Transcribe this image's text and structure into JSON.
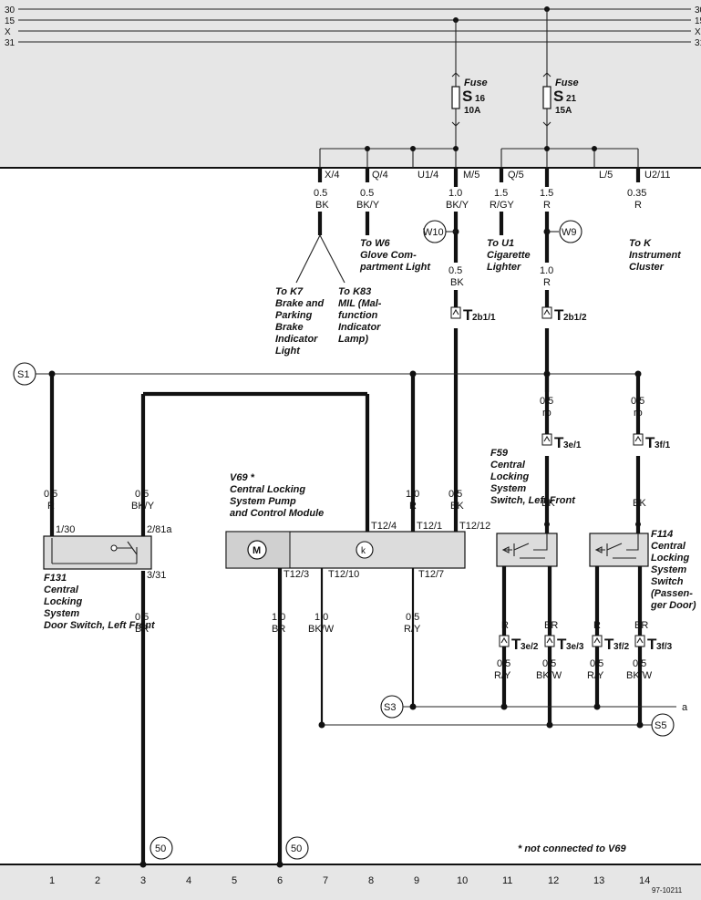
{
  "rails": [
    "30",
    "15",
    "X",
    "31"
  ],
  "fuses": [
    {
      "label": "Fuse",
      "letter": "S",
      "number": "16",
      "rating": "10A"
    },
    {
      "label": "Fuse",
      "letter": "S",
      "number": "21",
      "rating": "15A"
    }
  ],
  "panel_connectors": [
    "X/4",
    "Q/4",
    "U1/4",
    "M/5",
    "Q/5",
    "L/5",
    "U2/11"
  ],
  "splices": [
    "W10",
    "W9",
    "S1",
    "S3",
    "S5",
    "a"
  ],
  "grounds": [
    "50",
    "50"
  ],
  "wires": [
    {
      "gauge": "0.5",
      "color": "BK"
    },
    {
      "gauge": "0.5",
      "color": "BK/Y"
    },
    {
      "gauge": "1.0",
      "color": "BK/Y"
    },
    {
      "gauge": "1.5",
      "color": "R/GY"
    },
    {
      "gauge": "1.5",
      "color": "R"
    },
    {
      "gauge": "0.35",
      "color": "R"
    },
    {
      "gauge": "0.5",
      "color": "BK"
    },
    {
      "gauge": "1.0",
      "color": "R"
    },
    {
      "gauge": "0.5",
      "color": "R"
    },
    {
      "gauge": "0.5",
      "color": "BK/Y"
    },
    {
      "gauge": "0.5",
      "color": "BR"
    },
    {
      "gauge": "1.0",
      "color": "R"
    },
    {
      "gauge": "0.5",
      "color": "BK"
    },
    {
      "gauge": "1.0",
      "color": "BR"
    },
    {
      "gauge": "1.0",
      "color": "BK/W"
    },
    {
      "gauge": "0.5",
      "color": "R/Y"
    },
    {
      "gauge": "0.5",
      "color": "ro"
    },
    {
      "color": "BK"
    },
    {
      "gauge": "0.5",
      "color": "ro"
    },
    {
      "color": "BK"
    },
    {
      "color": "R"
    },
    {
      "color": "BR"
    },
    {
      "color": "R"
    },
    {
      "color": "BR"
    },
    {
      "gauge": "0.5",
      "color": "R/Y"
    },
    {
      "gauge": "0.5",
      "color": "BK/W"
    },
    {
      "gauge": "0.5",
      "color": "R/Y"
    },
    {
      "gauge": "0.5",
      "color": "BK/W"
    }
  ],
  "destinations": {
    "w6": [
      "To W6",
      "Glove Com-",
      "partment Light"
    ],
    "u1": [
      "To U1",
      "Cigarette",
      "Lighter"
    ],
    "k": [
      "To K",
      "Instrument",
      "Cluster"
    ],
    "k7": [
      "To K7",
      "Brake and",
      "Parking",
      "Brake",
      "Indicator",
      "Light"
    ],
    "k83": [
      "To K83",
      "MIL (Mal-",
      "function",
      "Indicator",
      "Lamp)"
    ]
  },
  "t2b1": [
    {
      "letter": "T",
      "sub": "2b1/1"
    },
    {
      "letter": "T",
      "sub": "2b1/2"
    }
  ],
  "t3e1": {
    "letter": "T",
    "sub": "3e/1"
  },
  "t3f1": {
    "letter": "T",
    "sub": "3f/1"
  },
  "lower_conn": [
    {
      "letter": "T",
      "sub": "3e/2"
    },
    {
      "letter": "T",
      "sub": "3e/3"
    },
    {
      "letter": "T",
      "sub": "3f/2"
    },
    {
      "letter": "T",
      "sub": "3f/3"
    }
  ],
  "pins": {
    "f131": [
      "1/30",
      "2/81a",
      "3/31"
    ],
    "v69": [
      "T12/4",
      "T12/1",
      "T12/12",
      "T12/3",
      "T12/10",
      "T12/7"
    ]
  },
  "components": {
    "f131": [
      "F131",
      "Central",
      "Locking",
      "System",
      "Door Switch, Left Front"
    ],
    "v69": [
      "V69 *",
      "Central Locking",
      "System Pump",
      "and Control Module"
    ],
    "v69_motor": "M",
    "v69_control": "k",
    "f59": [
      "F59",
      "Central",
      "Locking",
      "System",
      "Switch, Left Front"
    ],
    "f114": [
      "F114",
      "Central",
      "Locking",
      "System",
      "Switch",
      "(Passen-",
      "ger Door)"
    ]
  },
  "footnote": "* not connected to V69",
  "grid": [
    "1",
    "2",
    "3",
    "4",
    "5",
    "6",
    "7",
    "8",
    "9",
    "10",
    "11",
    "12",
    "13",
    "14"
  ],
  "diagram_id": "97-10211"
}
